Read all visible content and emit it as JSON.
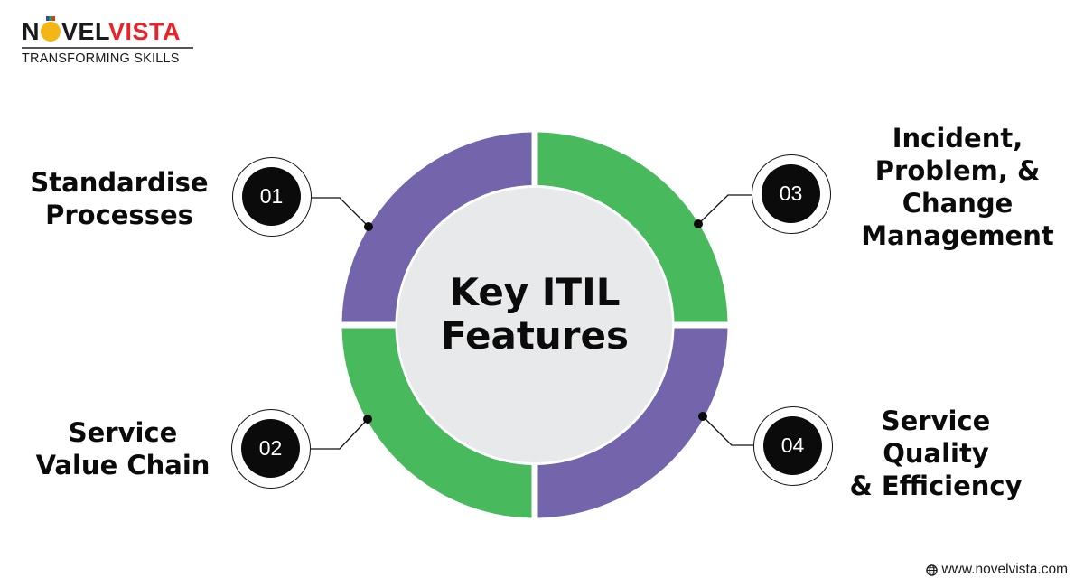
{
  "brand": {
    "logo_dark": "N",
    "logo_dark_2": "VEL",
    "logo_red": "VISTA",
    "tagline": "TRANSFORMING SKILLS"
  },
  "diagram": {
    "title_line1": "Key ITIL",
    "title_line2": "Features",
    "colors": {
      "purple": "#7464ab",
      "green": "#48b95c",
      "center": "#e8e9eb",
      "badge": "#0b0b0b"
    },
    "items": [
      {
        "number": "01",
        "label_lines": [
          "Standardise",
          "Processes"
        ],
        "segment_color": "purple"
      },
      {
        "number": "02",
        "label_lines": [
          "Service",
          "Value Chain"
        ],
        "segment_color": "green"
      },
      {
        "number": "03",
        "label_lines": [
          "Incident,",
          "Problem, &",
          "Change",
          "Management"
        ],
        "segment_color": "green"
      },
      {
        "number": "04",
        "label_lines": [
          "Service",
          "Quality",
          "& Efficiency"
        ],
        "segment_color": "purple"
      }
    ]
  },
  "footer": {
    "icon": "globe-icon",
    "url": "www.novelvista.com"
  }
}
